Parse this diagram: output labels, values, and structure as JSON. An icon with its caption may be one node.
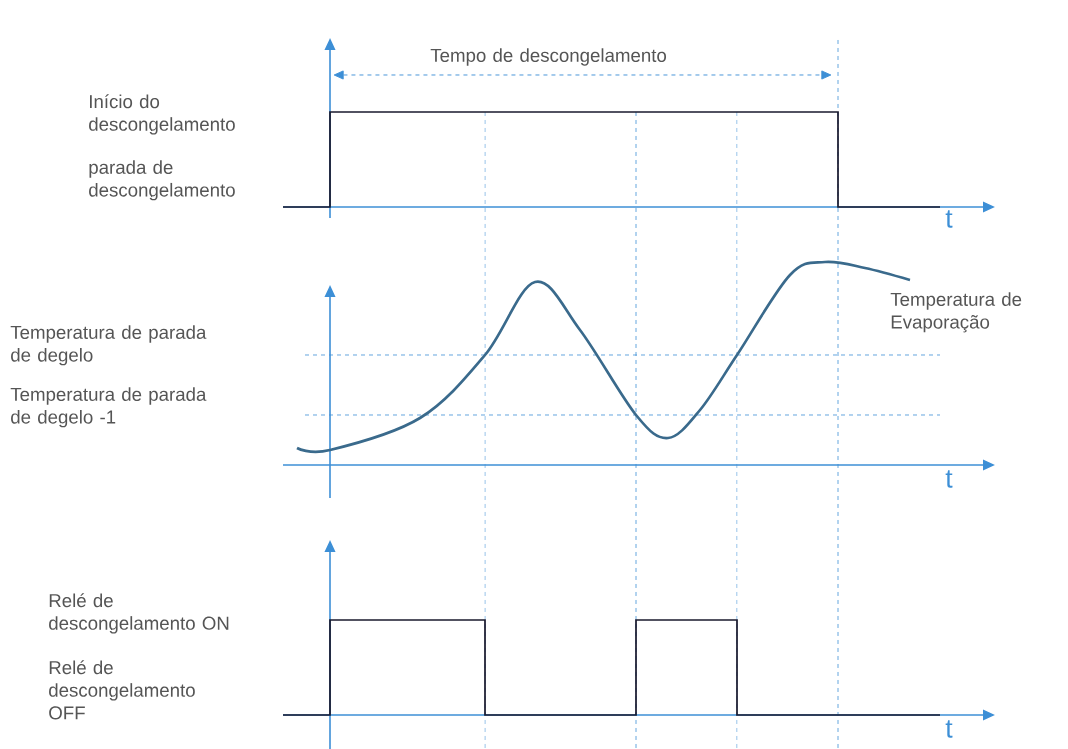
{
  "diagram": {
    "labels": [
      "Tempo de descongelamento",
      "Início do descongelamento",
      "parada de descongelamento",
      "t",
      "Temperatura de Evaporação",
      "Temperatura de parada de degelo",
      "Temperatura de parada de degelo -1",
      "t",
      "Relé de descongelamento ON",
      "Relé de descongelamento OFF",
      "t"
    ]
  }
}
